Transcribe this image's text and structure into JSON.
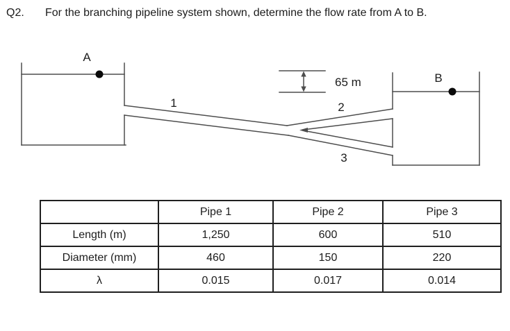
{
  "title": {
    "number": "Q2.",
    "text": "For the branching pipeline system shown, determine the flow rate from A to B."
  },
  "diagram": {
    "reservoir_a": {
      "label": "A"
    },
    "reservoir_b": {
      "label": "B"
    },
    "pipe_1": {
      "label": "1"
    },
    "pipe_2": {
      "label": "2"
    },
    "pipe_3": {
      "label": "3"
    },
    "elevation": {
      "label": "65 m"
    }
  },
  "table": {
    "col_headers": [
      "Pipe 1",
      "Pipe 2",
      "Pipe 3"
    ],
    "rows": [
      {
        "label": "Length (m)",
        "values": [
          "1,250",
          "600",
          "510"
        ]
      },
      {
        "label": "Diameter (mm)",
        "values": [
          "460",
          "150",
          "220"
        ]
      },
      {
        "label": "λ",
        "values": [
          "0.015",
          "0.017",
          "0.014"
        ]
      }
    ]
  },
  "colors": {
    "diagram_line": "#4d4d4d",
    "text": "#1c1c1c",
    "table_border": "#1f1f1f",
    "marker_dot": "#0a0a0a"
  }
}
